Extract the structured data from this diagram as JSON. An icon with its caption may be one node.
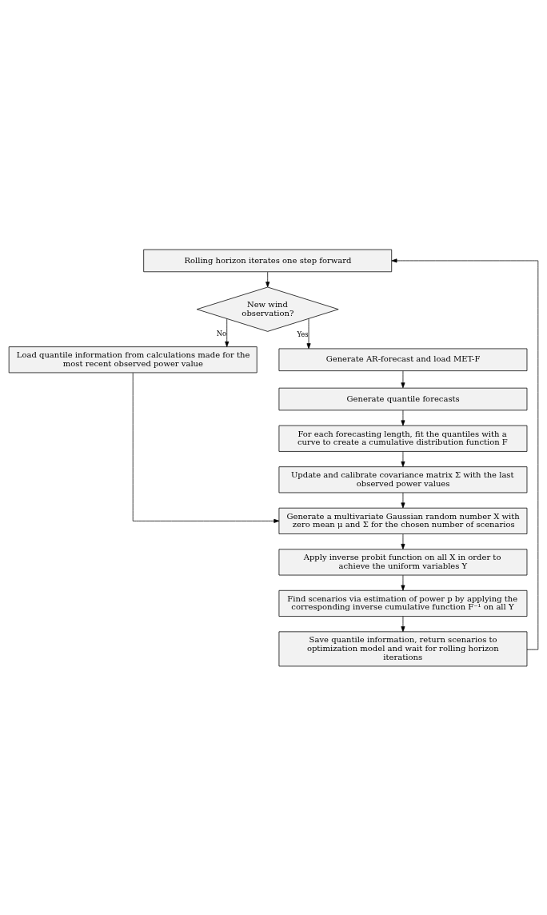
{
  "diagram": {
    "nodes": [
      {
        "text": [
          "Rolling horizon iterates one step forward"
        ]
      },
      {
        "text": [
          "New wind observation?"
        ]
      },
      {
        "text": [
          "Load quantile information from calculations made for the most recent observed power value"
        ]
      },
      {
        "text": [
          "Generate AR-forecast and load MET-F"
        ]
      },
      {
        "text": [
          "Generate quantile forecasts"
        ]
      },
      {
        "text": [
          "For each forecasting length, fit the quantiles with a curve to create a cumulative distribution function F"
        ]
      },
      {
        "text": [
          "Update and calibrate covariance matrix Σ with the last observed power values"
        ]
      },
      {
        "text": [
          "Generate a multivariate Gaussian random number X with zero mean μ and Σ for the chosen number of scenarios"
        ]
      },
      {
        "text": [
          "Apply inverse probit function on all X in order to achieve the uniform variables Y"
        ]
      },
      {
        "text": [
          "Find scenarios via estimation of power p by applying the corresponding inverse cumulative function F⁻¹ on all Y"
        ]
      },
      {
        "text": [
          "Save quantile information, return scenarios to optimization model and wait for rolling horizon iterations"
        ]
      }
    ],
    "edges": [
      {
        "from": 0,
        "to": 1,
        "arrow": "to"
      },
      {
        "from": 1,
        "to": 3,
        "arrow": "to",
        "label": "Yes"
      },
      {
        "from": 1,
        "to": 2,
        "arrow": "to",
        "label": "No"
      },
      {
        "from": 2,
        "to": 7,
        "arrow": "to"
      },
      {
        "from": 3,
        "to": 4,
        "arrow": "to"
      },
      {
        "from": 4,
        "to": 5,
        "arrow": "to"
      },
      {
        "from": 5,
        "to": 6,
        "arrow": "to"
      },
      {
        "from": 6,
        "to": 7,
        "arrow": "to"
      },
      {
        "from": 7,
        "to": 8,
        "arrow": "to"
      },
      {
        "from": 8,
        "to": 9,
        "arrow": "to"
      },
      {
        "from": 9,
        "to": 10,
        "arrow": "to"
      },
      {
        "from": 10,
        "to": 0,
        "arrow": "to"
      }
    ]
  }
}
